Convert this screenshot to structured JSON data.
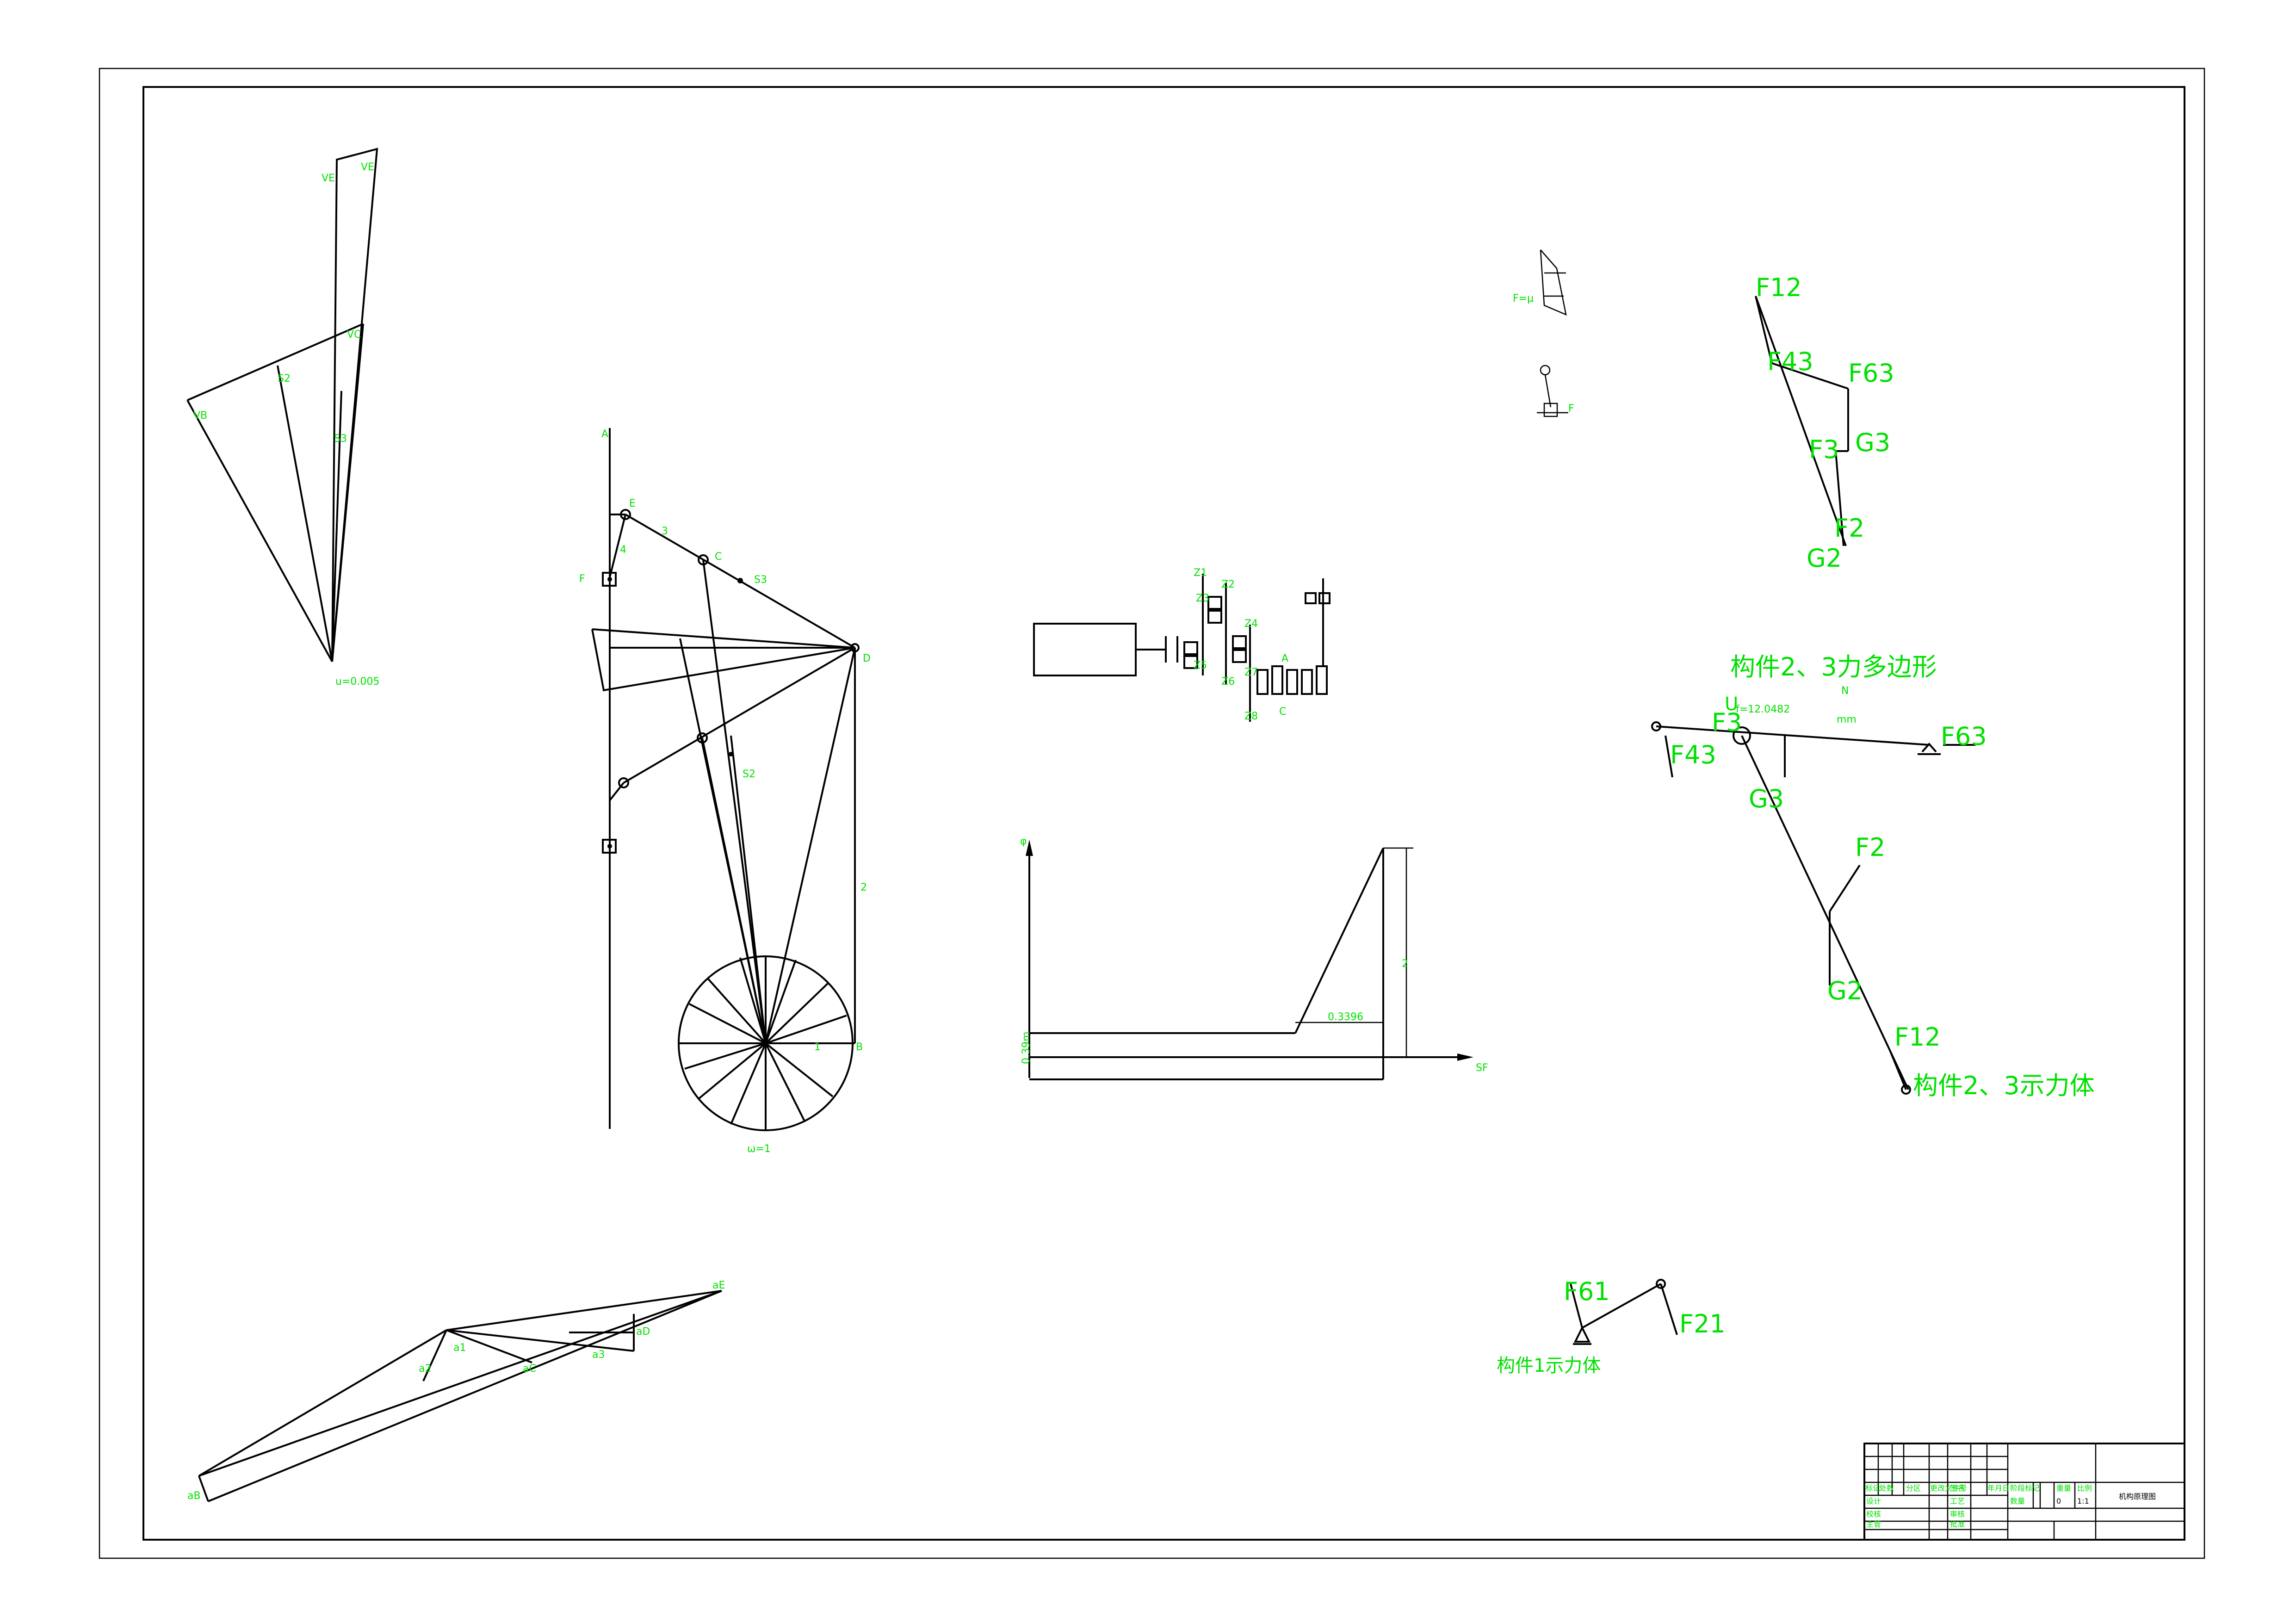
{
  "colors": {
    "line": "#000000",
    "label": "#00e000",
    "background": "#ffffff"
  },
  "velocity_polygon": {
    "labels": [
      "VE",
      "VE",
      "VC",
      "VB",
      "S2",
      "S3"
    ],
    "scale": "u=0.005"
  },
  "linkage": {
    "labels": [
      "E",
      "3",
      "4",
      "F",
      "C",
      "S3",
      "D",
      "S2",
      "2",
      "1",
      "B",
      "A"
    ],
    "omega_note": "ω=1"
  },
  "gear_train": {
    "labels": [
      "Z1",
      "Z2",
      "Z3",
      "Z4",
      "Z5",
      "Z6",
      "Z7",
      "Z8",
      "A",
      "C"
    ]
  },
  "motion_graph": {
    "y_label": "φ",
    "x_label": "SF",
    "seg_label": "0.3396",
    "y_tick": "0.39m",
    "height_label": "2"
  },
  "tiny_diagram": {
    "label1": "F=μ",
    "label2": "F"
  },
  "force_polygon": {
    "labels": [
      "F12",
      "F43",
      "F63",
      "F3",
      "G3",
      "F2",
      "G2"
    ],
    "title": "构件2、3力多边形",
    "scale_u": "U",
    "scale_value": "f=12.0482",
    "scale_unit_top": "N",
    "scale_unit_bottom": "mm"
  },
  "free_body_23": {
    "labels": [
      "F3",
      "F43",
      "F63",
      "G3",
      "F2",
      "G2",
      "F12"
    ],
    "title": "构件2、3示力体"
  },
  "free_body_1": {
    "labels": [
      "F61",
      "F21"
    ],
    "title": "构件1示力体"
  },
  "acceleration_polygon": {
    "labels": [
      "aE",
      "aB",
      "aC",
      "a2",
      "a3",
      "aD",
      "a1"
    ]
  },
  "title_block": {
    "header": [
      "标记",
      "处数",
      "分区",
      "更改文件号",
      "签名",
      "年月日"
    ],
    "roles": [
      "设计",
      "校核",
      "主管"
    ],
    "roles2": [
      "工艺",
      "审核",
      "批准"
    ],
    "stage": "阶段标记",
    "weight": "重量",
    "scale_h": "比例",
    "qty": "数量",
    "qty_val": "0",
    "scale_val": "1:1",
    "drawing_title": "机构原理图"
  }
}
